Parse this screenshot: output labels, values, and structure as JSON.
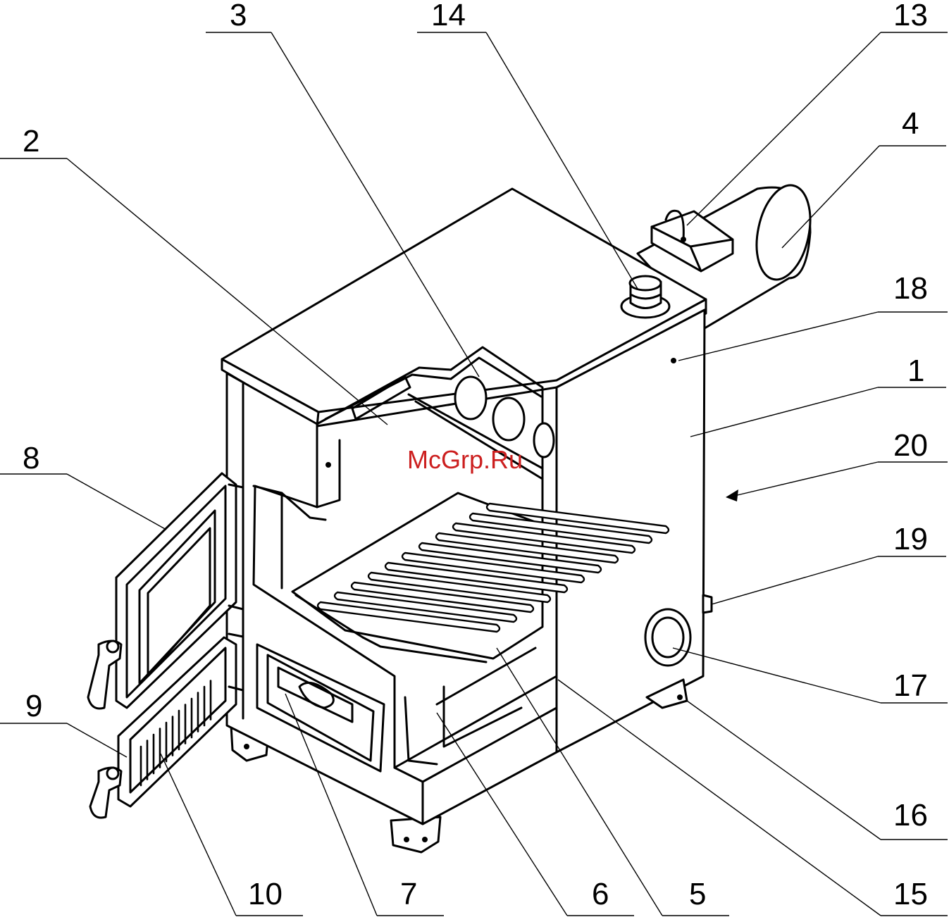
{
  "watermark": "McGrp.Ru",
  "colors": {
    "line": "#000000",
    "watermark": "#cc1f1f",
    "background": "#ffffff"
  },
  "callouts": [
    {
      "label": "3"
    },
    {
      "label": "14"
    },
    {
      "label": "13"
    },
    {
      "label": "2"
    },
    {
      "label": "4"
    },
    {
      "label": "18"
    },
    {
      "label": "1"
    },
    {
      "label": "8"
    },
    {
      "label": "20"
    },
    {
      "label": "19"
    },
    {
      "label": "9"
    },
    {
      "label": "17"
    },
    {
      "label": "16"
    },
    {
      "label": "10"
    },
    {
      "label": "7"
    },
    {
      "label": "6"
    },
    {
      "label": "5"
    },
    {
      "label": "15"
    }
  ]
}
